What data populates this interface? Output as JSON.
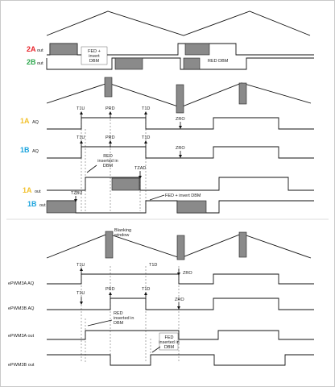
{
  "figure": {
    "labels": {
      "sig_2a": "2A",
      "sig_2a_out": "out",
      "sig_2b": "2B",
      "sig_2b_out": "out",
      "sig_1a": "1A",
      "sig_1a_aq": "AQ",
      "sig_1b": "1B",
      "sig_1b_aq": "AQ",
      "sig_1a_out_name": "1A",
      "sig_1a_out": "out",
      "sig_1b_out_name": "1B",
      "sig_1b_out": "out",
      "epwm3a_aq": "ePWM3A AQ",
      "epwm3b_aq": "ePWM3B AQ",
      "epwm3a_out": "ePWM3A out",
      "epwm3b_out": "ePWM3B out"
    },
    "events": {
      "t1u": "T1U",
      "prd": "PRD",
      "t1d": "T1D",
      "zro": "ZRO",
      "tzad": "TZAD",
      "tzbu": "TZBU"
    },
    "annotations": {
      "fed_invert_top": [
        "FED +",
        "invert",
        "DBM"
      ],
      "red_dbm_top": "RED DBM",
      "red_inserted_1": [
        "RED",
        "inserted in",
        "DBM"
      ],
      "fed_invert_mid": "FED + invert DBM",
      "blanking": [
        "Blanking",
        "window"
      ],
      "red_inserted_2": [
        "RED",
        "inserted in",
        "DBM"
      ],
      "fed_inserted": [
        "FED",
        "inserted in",
        "DBM"
      ]
    },
    "colors": {
      "red_label": "#e8232a",
      "green_label": "#2fa84f",
      "yellow_label": "#f2c12e",
      "cyan_label": "#1aa3dd",
      "box_fill": "#8a8a8a"
    }
  }
}
